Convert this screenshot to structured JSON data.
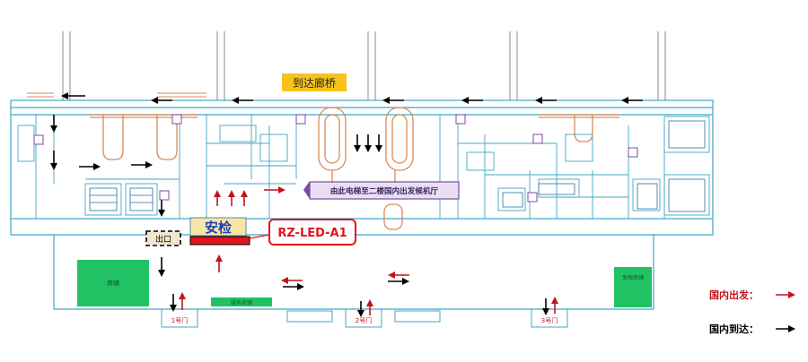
{
  "labels": {
    "bridge": "到达廊桥",
    "security": "安检",
    "exit": "出口",
    "elevator_note": "由此电梯至二楼国内出发候机厅",
    "led_device": "RZ-LED-A1",
    "gate_1": "1号门",
    "gate_2": "2号门",
    "gate_3": "3号门",
    "zone_left": "商铺",
    "zone_right": "免税商铺",
    "zone_bottom": "服务商铺"
  },
  "legend": {
    "departure_label": "国内出发：",
    "arrival_label": "国内到达：",
    "departure_color": "#c0141c",
    "arrival_color": "#000000"
  },
  "colors": {
    "floorplan_line": "#3fa7c9",
    "floorplan_line_dark": "#2a6fa0",
    "shop_green": "#21c264",
    "bridge_bg": "#f8c21b",
    "security_bg": "#f5e6a8",
    "led_red": "#e0151b",
    "note_purple": "#7b4ba3"
  }
}
